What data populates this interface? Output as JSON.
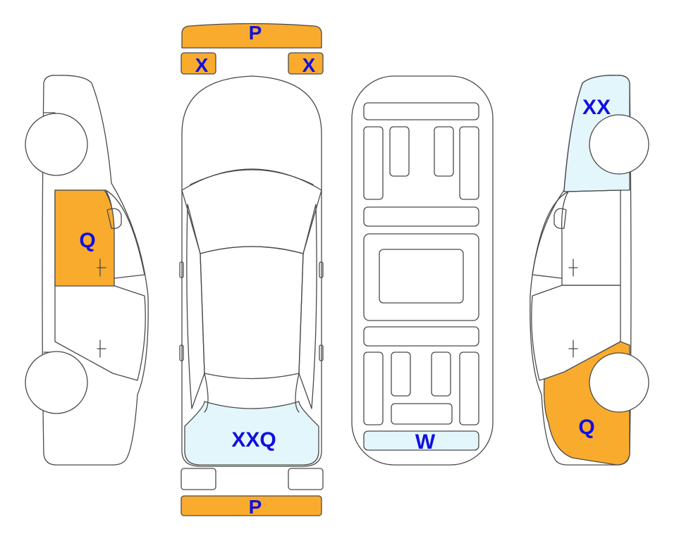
{
  "colors": {
    "damage_orange": "#f9ab2e",
    "damage_light_blue": "#e3f6fb",
    "label_blue": "#1010e0",
    "outline": "#4a4a4a"
  },
  "labels": {
    "front_bumper": "P",
    "left_headlight": "X",
    "right_headlight": "X",
    "left_side_front_door": "Q",
    "rear_window_top": "XXQ",
    "underside_rear": "W",
    "right_side_rear_area": "XX",
    "right_side_front_fender": "Q",
    "rear_bumper": "P"
  }
}
